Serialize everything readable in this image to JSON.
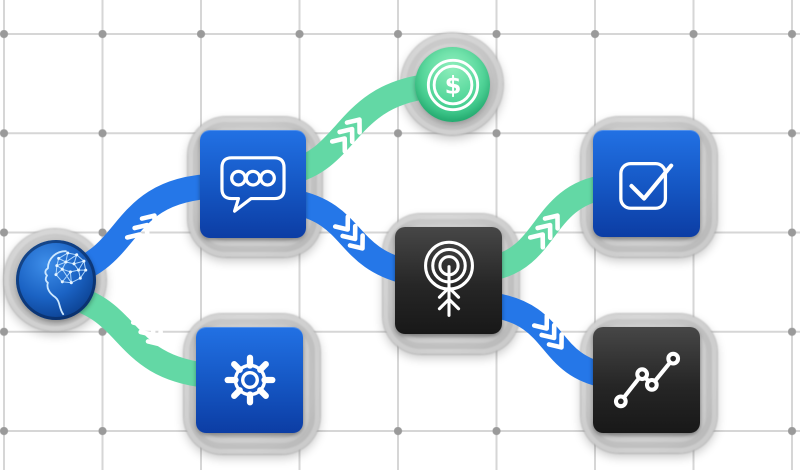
{
  "diagram": {
    "title": "",
    "nodes": [
      {
        "id": "brain",
        "icon": "brain-network-icon",
        "shape": "circle",
        "theme": "blue"
      },
      {
        "id": "chat",
        "icon": "speech-bubble-icon",
        "shape": "rounded-square",
        "theme": "blue"
      },
      {
        "id": "settings",
        "icon": "gear-icon",
        "shape": "rounded-square",
        "theme": "blue"
      },
      {
        "id": "money",
        "icon": "dollar-coin-icon",
        "shape": "circle",
        "theme": "green",
        "glyph": "$"
      },
      {
        "id": "target",
        "icon": "target-arrow-icon",
        "shape": "rounded-square",
        "theme": "dark"
      },
      {
        "id": "task",
        "icon": "checkbox-icon",
        "shape": "rounded-square",
        "theme": "blue"
      },
      {
        "id": "analytics",
        "icon": "line-chart-icon",
        "shape": "rounded-square",
        "theme": "dark"
      }
    ],
    "connections": [
      {
        "from": "brain",
        "to": "chat",
        "color": "blue",
        "arrows": "triple-chevron"
      },
      {
        "from": "brain",
        "to": "settings",
        "color": "green",
        "arrows": "triple-chevron"
      },
      {
        "from": "chat",
        "to": "money",
        "color": "green",
        "arrows": "triple-chevron"
      },
      {
        "from": "chat",
        "to": "target",
        "color": "blue",
        "arrows": "triple-chevron"
      },
      {
        "from": "target",
        "to": "task",
        "color": "green",
        "arrows": "triple-chevron"
      },
      {
        "from": "target",
        "to": "analytics",
        "color": "blue",
        "arrows": "triple-chevron"
      }
    ],
    "colors": {
      "path_blue": "#2577e8",
      "path_green": "#63d8a5",
      "box_blue_top": "#2271e4",
      "box_blue_bottom": "#0c3da4",
      "box_dark_top": "#474747",
      "box_dark_bottom": "#181818",
      "coin_green_top": "#8feebc",
      "coin_green_bottom": "#1fae71",
      "brain_blue": "#1b63c4",
      "ghost_grey": "#c4c4c4",
      "grid_line": "#d6d6d6",
      "grid_marker": "#9a9a9a",
      "chevron": "#ffffff",
      "icon_stroke": "#ffffff"
    }
  }
}
